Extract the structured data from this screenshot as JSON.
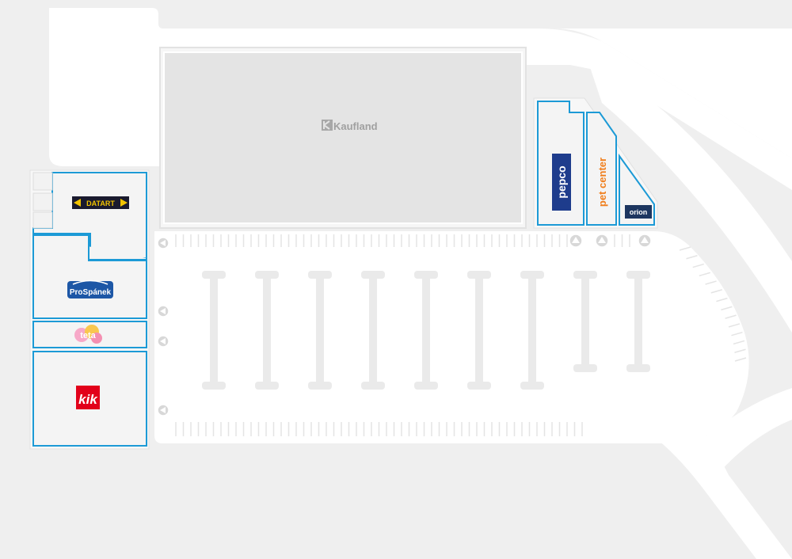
{
  "map": {
    "stores": [
      {
        "id": "kaufland",
        "label": "Kaufland",
        "color": "#a0a0a0"
      },
      {
        "id": "datart",
        "label": "DATART",
        "bg": "#1a1a2e",
        "color": "#f2c300"
      },
      {
        "id": "prospanek",
        "label": "ProSpánek",
        "bg": "#1d57a6",
        "color": "#ffffff"
      },
      {
        "id": "teta",
        "label": "teta",
        "color": "#ffffff",
        "bubble_colors": [
          "#f7a8c8",
          "#f9c74f",
          "#f48fb1"
        ]
      },
      {
        "id": "kik",
        "label": "kik",
        "bg": "#e2001a",
        "color": "#ffffff"
      },
      {
        "id": "pepco",
        "label": "pepco",
        "bg": "#1e3c8c",
        "color": "#ffffff"
      },
      {
        "id": "pet-center",
        "label": "pet center",
        "color": "#f07d1a"
      },
      {
        "id": "orion",
        "label": "orion",
        "bg": "#1d3660",
        "color": "#ffffff"
      }
    ],
    "colors": {
      "background": "#efefef",
      "road": "#ffffff",
      "unit_outline": "#1c9ad6",
      "unit_fill": "#f4f4f4",
      "anchor_fill": "#e3e3e3"
    }
  }
}
